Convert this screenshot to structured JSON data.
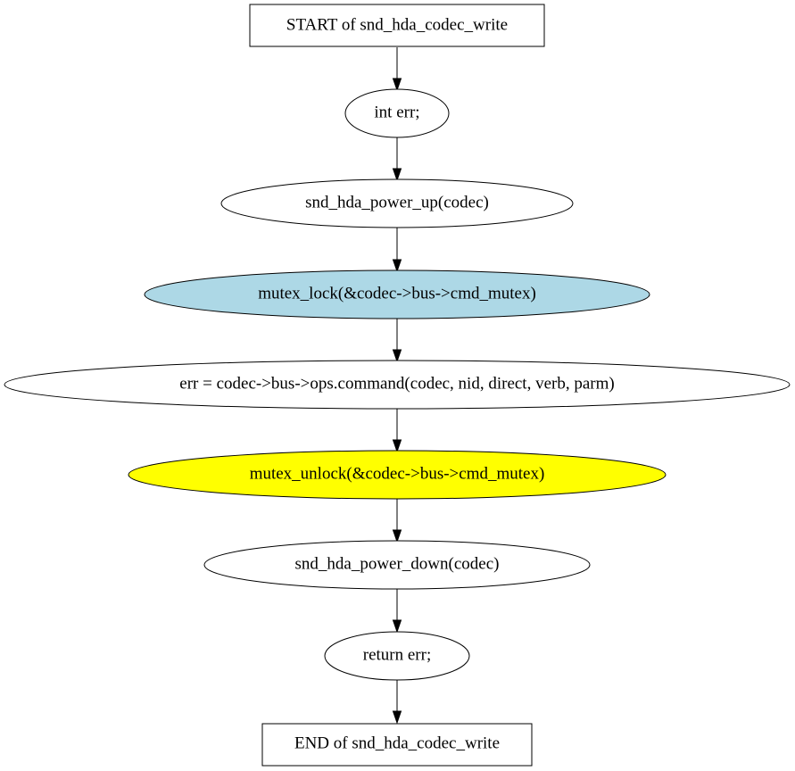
{
  "colors": {
    "default_fill": "#ffffff",
    "lock_fill": "#add8e6",
    "unlock_fill": "#ffff00",
    "stroke": "#000000"
  },
  "nodes": [
    {
      "id": "start",
      "shape": "box",
      "fill": "#ffffff",
      "label": "START of snd_hda_codec_write"
    },
    {
      "id": "decl",
      "shape": "ellipse",
      "fill": "#ffffff",
      "label": "int err;"
    },
    {
      "id": "power-up",
      "shape": "ellipse",
      "fill": "#ffffff",
      "label": "snd_hda_power_up(codec)"
    },
    {
      "id": "mutex-lock",
      "shape": "ellipse",
      "fill": "#add8e6",
      "label": "mutex_lock(&codec->bus->cmd_mutex)"
    },
    {
      "id": "command",
      "shape": "ellipse",
      "fill": "#ffffff",
      "label": "err = codec->bus->ops.command(codec, nid, direct, verb, parm)"
    },
    {
      "id": "mutex-unlock",
      "shape": "ellipse",
      "fill": "#ffff00",
      "label": "mutex_unlock(&codec->bus->cmd_mutex)"
    },
    {
      "id": "power-down",
      "shape": "ellipse",
      "fill": "#ffffff",
      "label": "snd_hda_power_down(codec)"
    },
    {
      "id": "return",
      "shape": "ellipse",
      "fill": "#ffffff",
      "label": "return err;"
    },
    {
      "id": "end",
      "shape": "box",
      "fill": "#ffffff",
      "label": "END of snd_hda_codec_write"
    }
  ],
  "edges": [
    {
      "from": "start",
      "to": "decl"
    },
    {
      "from": "decl",
      "to": "power-up"
    },
    {
      "from": "power-up",
      "to": "mutex-lock"
    },
    {
      "from": "mutex-lock",
      "to": "command"
    },
    {
      "from": "command",
      "to": "mutex-unlock"
    },
    {
      "from": "mutex-unlock",
      "to": "power-down"
    },
    {
      "from": "power-down",
      "to": "return"
    },
    {
      "from": "return",
      "to": "end"
    }
  ]
}
